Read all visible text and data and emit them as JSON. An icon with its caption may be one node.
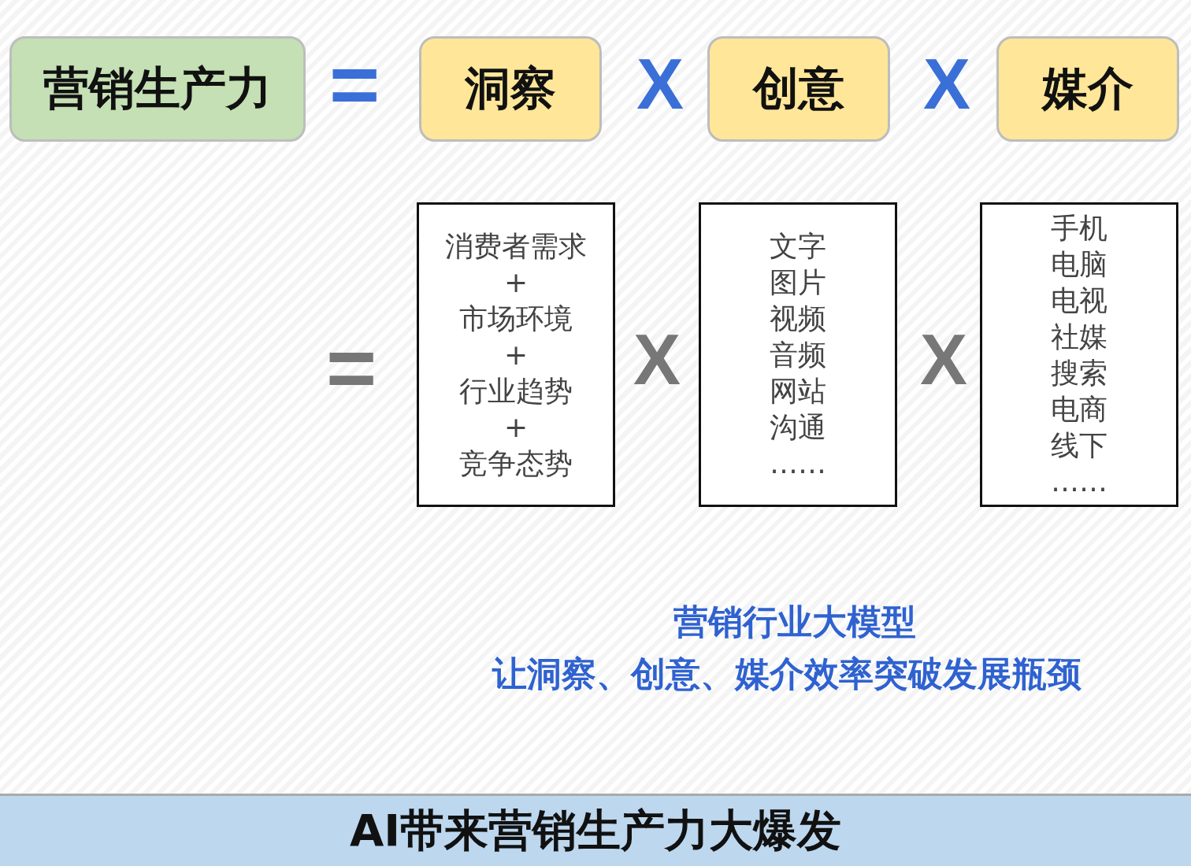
{
  "diagram": {
    "nodes": [
      {
        "text": [
          "营销生产力"
        ]
      },
      {
        "text": [
          "洞察"
        ]
      },
      {
        "text": [
          "创意"
        ]
      },
      {
        "text": [
          "媒介"
        ]
      },
      {
        "text": [
          "消费者需求",
          "+",
          "市场环境",
          "+",
          "行业趋势",
          "+",
          "竞争态势"
        ]
      },
      {
        "text": [
          "文字",
          "图片",
          "视频",
          "音频",
          "网站",
          "沟通",
          "……"
        ]
      },
      {
        "text": [
          "手机",
          "电脑",
          "电视",
          "社媒",
          "搜索",
          "电商",
          "线下",
          "……"
        ]
      },
      {
        "text": [
          "AI带来营销生产力大爆发"
        ]
      }
    ],
    "edges": [],
    "labels": [
      "=",
      "X",
      "X",
      "=",
      "X",
      "X",
      "营销行业大模型",
      "让洞察、创意、媒介效率突破发展瓶颈"
    ]
  }
}
